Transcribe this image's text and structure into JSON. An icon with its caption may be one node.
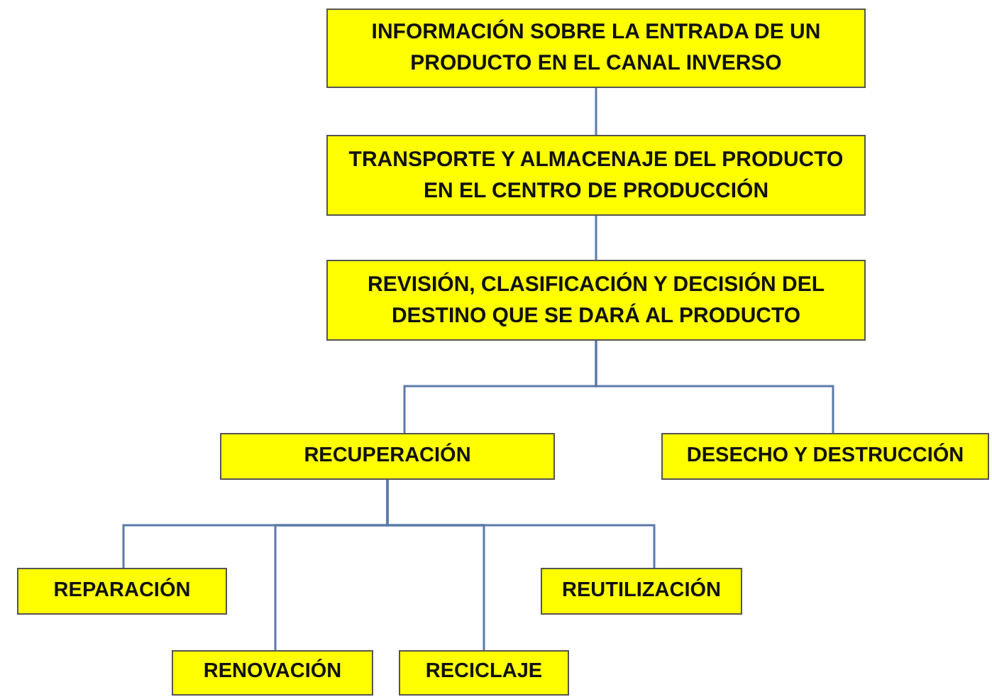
{
  "diagram": {
    "nodes": [
      {
        "text": [
          "INFORMACIÓN SOBRE LA ENTRADA DE UN PRODUCTO EN EL CANAL INVERSO"
        ]
      },
      {
        "text": [
          "TRANSPORTE Y ALMACENAJE DEL PRODUCTO EN EL CENTRO DE PRODUCCIÓN"
        ]
      },
      {
        "text": [
          "REVISIÓN, CLASIFICACIÓN Y DECISIÓN DEL DESTINO QUE SE DARÁ AL PRODUCTO"
        ]
      },
      {
        "text": [
          "RECUPERACIÓN"
        ]
      },
      {
        "text": [
          "DESECHO Y DESTRUCCIÓN"
        ]
      },
      {
        "text": [
          "REPARACIÓN"
        ]
      },
      {
        "text": [
          "RENOVACIÓN"
        ]
      },
      {
        "text": [
          "RECICLAJE"
        ]
      },
      {
        "text": [
          "REUTILIZACIÓN"
        ]
      }
    ],
    "edges": [
      {
        "from": 0,
        "to": 1,
        "arrow": "none"
      },
      {
        "from": 1,
        "to": 2,
        "arrow": "none"
      },
      {
        "from": 2,
        "to": 3,
        "arrow": "none"
      },
      {
        "from": 2,
        "to": 4,
        "arrow": "none"
      },
      {
        "from": 3,
        "to": 5,
        "arrow": "none"
      },
      {
        "from": 3,
        "to": 6,
        "arrow": "none"
      },
      {
        "from": 3,
        "to": 7,
        "arrow": "none"
      },
      {
        "from": 3,
        "to": 8,
        "arrow": "none"
      }
    ]
  }
}
